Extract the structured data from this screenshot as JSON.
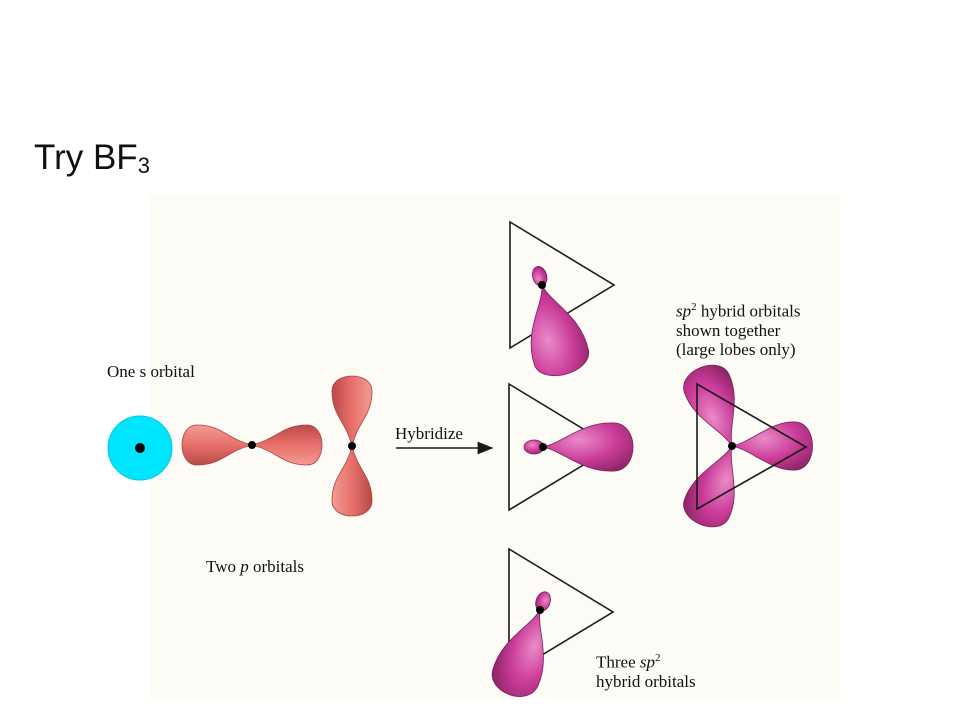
{
  "slide": {
    "title_main": "Try BF",
    "title_subscript": "3"
  },
  "diagram": {
    "labels": {
      "s_orbital": "One s orbital",
      "p_orbitals_prefix": "Two ",
      "p_orbitals_italic": "p",
      "p_orbitals_suffix": " orbitals",
      "hybridize": "Hybridize",
      "together_line1_italic": "sp",
      "together_line1_sup": "2",
      "together_line1_rest": " hybrid orbitals",
      "together_line2": "shown together",
      "together_line3": "(large lobes only)",
      "three_line1_prefix": "Three ",
      "three_line1_italic": "sp",
      "three_line1_sup": "2",
      "three_line2": "hybrid orbitals"
    },
    "colors": {
      "s_orbital": "#00e5ff",
      "p_orbital": "#e8706a",
      "sp2_orbital": "#cc3d9a",
      "outline": "#1a1a1a"
    }
  }
}
